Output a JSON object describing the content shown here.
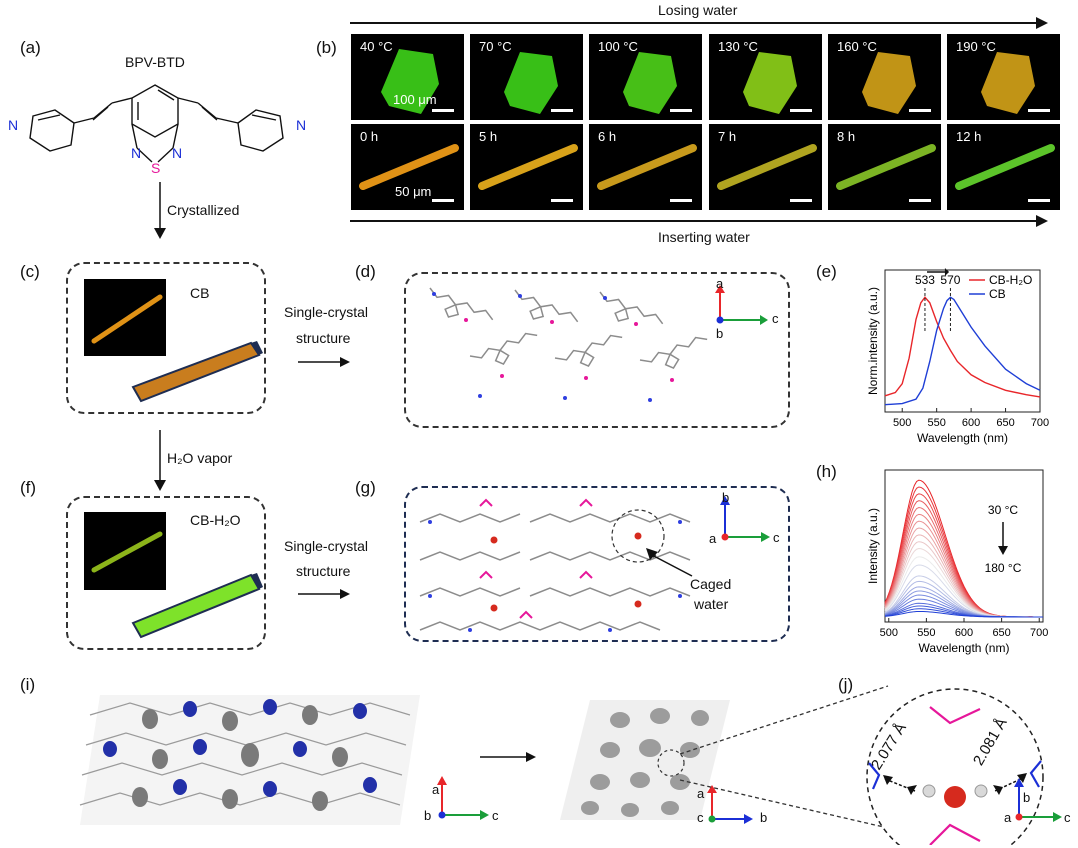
{
  "labels": {
    "a": "(a)",
    "b": "(b)",
    "c": "(c)",
    "d": "(d)",
    "e": "(e)",
    "f": "(f)",
    "g": "(g)",
    "h": "(h)",
    "i": "(i)",
    "j": "(j)"
  },
  "panel_a": {
    "title": "BPV-BTD",
    "atom_N": "N",
    "atom_S": "S",
    "arrow_text": "Crystallized"
  },
  "panel_b": {
    "top_arrow": "Losing water",
    "bottom_arrow": "Inserting water",
    "row1": [
      "40 °C",
      "70 °C",
      "100 °C",
      "130 °C",
      "160 °C",
      "190 °C"
    ],
    "row2": [
      "0 h",
      "5 h",
      "6 h",
      "7 h",
      "8 h",
      "12 h"
    ],
    "scale_top": "100 μm",
    "scale_bottom": "50 μm"
  },
  "panel_c": {
    "label": "CB",
    "arrow_text_1": "Single-crystal",
    "arrow_text_2": "structure",
    "vapor_text": "H₂O vapor"
  },
  "panel_d": {
    "axis_a": "a",
    "axis_b": "b",
    "axis_c": "c"
  },
  "panel_f": {
    "label": "CB-H₂O",
    "arrow_text_1": "Single-crystal",
    "arrow_text_2": "structure"
  },
  "panel_g": {
    "axis_a": "a",
    "axis_b": "b",
    "axis_c": "c",
    "callout_1": "Caged",
    "callout_2": "water"
  },
  "panel_i": {
    "axis_a": "a",
    "axis_b": "b",
    "axis_c": "c"
  },
  "panel_j": {
    "axis_a": "a",
    "axis_b": "b",
    "axis_c": "c",
    "dist1": "2.077 Å",
    "dist2": "2.081 Å"
  },
  "chart_data": [
    {
      "type": "line",
      "panel": "e",
      "xlabel": "Wavelength (nm)",
      "ylabel": "Norm.intensity (a.u.)",
      "xlim": [
        475,
        700
      ],
      "xticks": [
        500,
        550,
        600,
        650,
        700
      ],
      "annotations": [
        "533",
        "570"
      ],
      "series": [
        {
          "name": "CB-H₂O",
          "color": "#e8262a",
          "x": [
            475,
            490,
            500,
            510,
            520,
            527,
            533,
            540,
            550,
            560,
            570,
            580,
            600,
            620,
            650,
            680,
            700
          ],
          "y": [
            0.11,
            0.14,
            0.22,
            0.45,
            0.8,
            0.95,
            1.0,
            0.95,
            0.78,
            0.63,
            0.52,
            0.42,
            0.3,
            0.23,
            0.16,
            0.12,
            0.1
          ]
        },
        {
          "name": "CB",
          "color": "#1f3fd6",
          "x": [
            475,
            500,
            520,
            530,
            540,
            550,
            560,
            565,
            570,
            575,
            580,
            600,
            620,
            650,
            680,
            700
          ],
          "y": [
            0.03,
            0.04,
            0.08,
            0.18,
            0.42,
            0.7,
            0.9,
            0.97,
            1.0,
            0.98,
            0.93,
            0.73,
            0.56,
            0.35,
            0.22,
            0.16
          ]
        }
      ]
    },
    {
      "type": "line",
      "panel": "h",
      "xlabel": "Wavelength (nm)",
      "ylabel": "Intensity (a.u.)",
      "xlim": [
        495,
        705
      ],
      "xticks": [
        500,
        550,
        600,
        650,
        700
      ],
      "annotations": [
        "30 °C",
        "180 °C"
      ],
      "peak_x": 540,
      "width": 38,
      "peak_heights": [
        1.0,
        0.95,
        0.9,
        0.85,
        0.8,
        0.75,
        0.7,
        0.65,
        0.6,
        0.55,
        0.5,
        0.44,
        0.38,
        0.3,
        0.26,
        0.22,
        0.19,
        0.16,
        0.13,
        0.1,
        0.08,
        0.06,
        0.04
      ],
      "color_start": "#e8262a",
      "color_end": "#1f3fd6"
    }
  ]
}
